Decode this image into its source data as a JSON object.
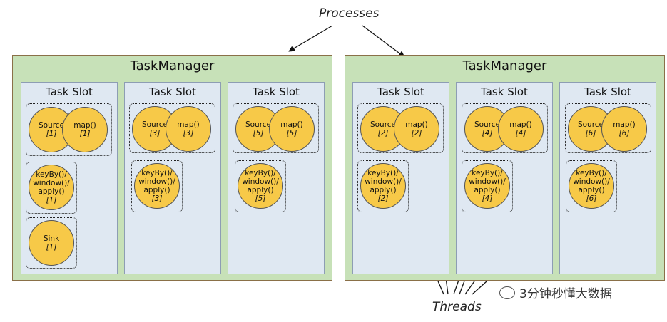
{
  "labels": {
    "processes": "Processes",
    "threads": "Threads",
    "watermark": "3分钟秒懂大数据"
  },
  "task_managers": [
    {
      "title": "TaskManager",
      "slots": [
        {
          "title": "Task Slot",
          "source": "Source",
          "source_idx": "[1]",
          "map": "map()",
          "map_idx": "[1]",
          "kwa_lines": [
            "keyBy()/",
            "window()/",
            "apply()"
          ],
          "kwa_idx": "[1]",
          "sink": "Sink",
          "sink_idx": "[1]"
        },
        {
          "title": "Task Slot",
          "source": "Source",
          "source_idx": "[3]",
          "map": "map()",
          "map_idx": "[3]",
          "kwa_lines": [
            "keyBy()/",
            "window()/",
            "apply()"
          ],
          "kwa_idx": "[3]"
        },
        {
          "title": "Task Slot",
          "source": "Source",
          "source_idx": "[5]",
          "map": "map()",
          "map_idx": "[5]",
          "kwa_lines": [
            "keyBy()/",
            "window()/",
            "apply()"
          ],
          "kwa_idx": "[5]"
        }
      ]
    },
    {
      "title": "TaskManager",
      "slots": [
        {
          "title": "Task Slot",
          "source": "Source",
          "source_idx": "[2]",
          "map": "map()",
          "map_idx": "[2]",
          "kwa_lines": [
            "keyBy()/",
            "window()/",
            "apply()"
          ],
          "kwa_idx": "[2]"
        },
        {
          "title": "Task Slot",
          "source": "Source",
          "source_idx": "[4]",
          "map": "map()",
          "map_idx": "[4]",
          "kwa_lines": [
            "keyBy()/",
            "window()/",
            "apply()"
          ],
          "kwa_idx": "[4]"
        },
        {
          "title": "Task Slot",
          "source": "Source",
          "source_idx": "[6]",
          "map": "map()",
          "map_idx": "[6]",
          "kwa_lines": [
            "keyBy()/",
            "window()/",
            "apply()"
          ],
          "kwa_idx": "[6]"
        }
      ]
    }
  ],
  "colors": {
    "task_manager_bg": "#c7e1b8",
    "task_slot_bg": "#dfe8f2",
    "operator_fill": "#f7c948"
  }
}
